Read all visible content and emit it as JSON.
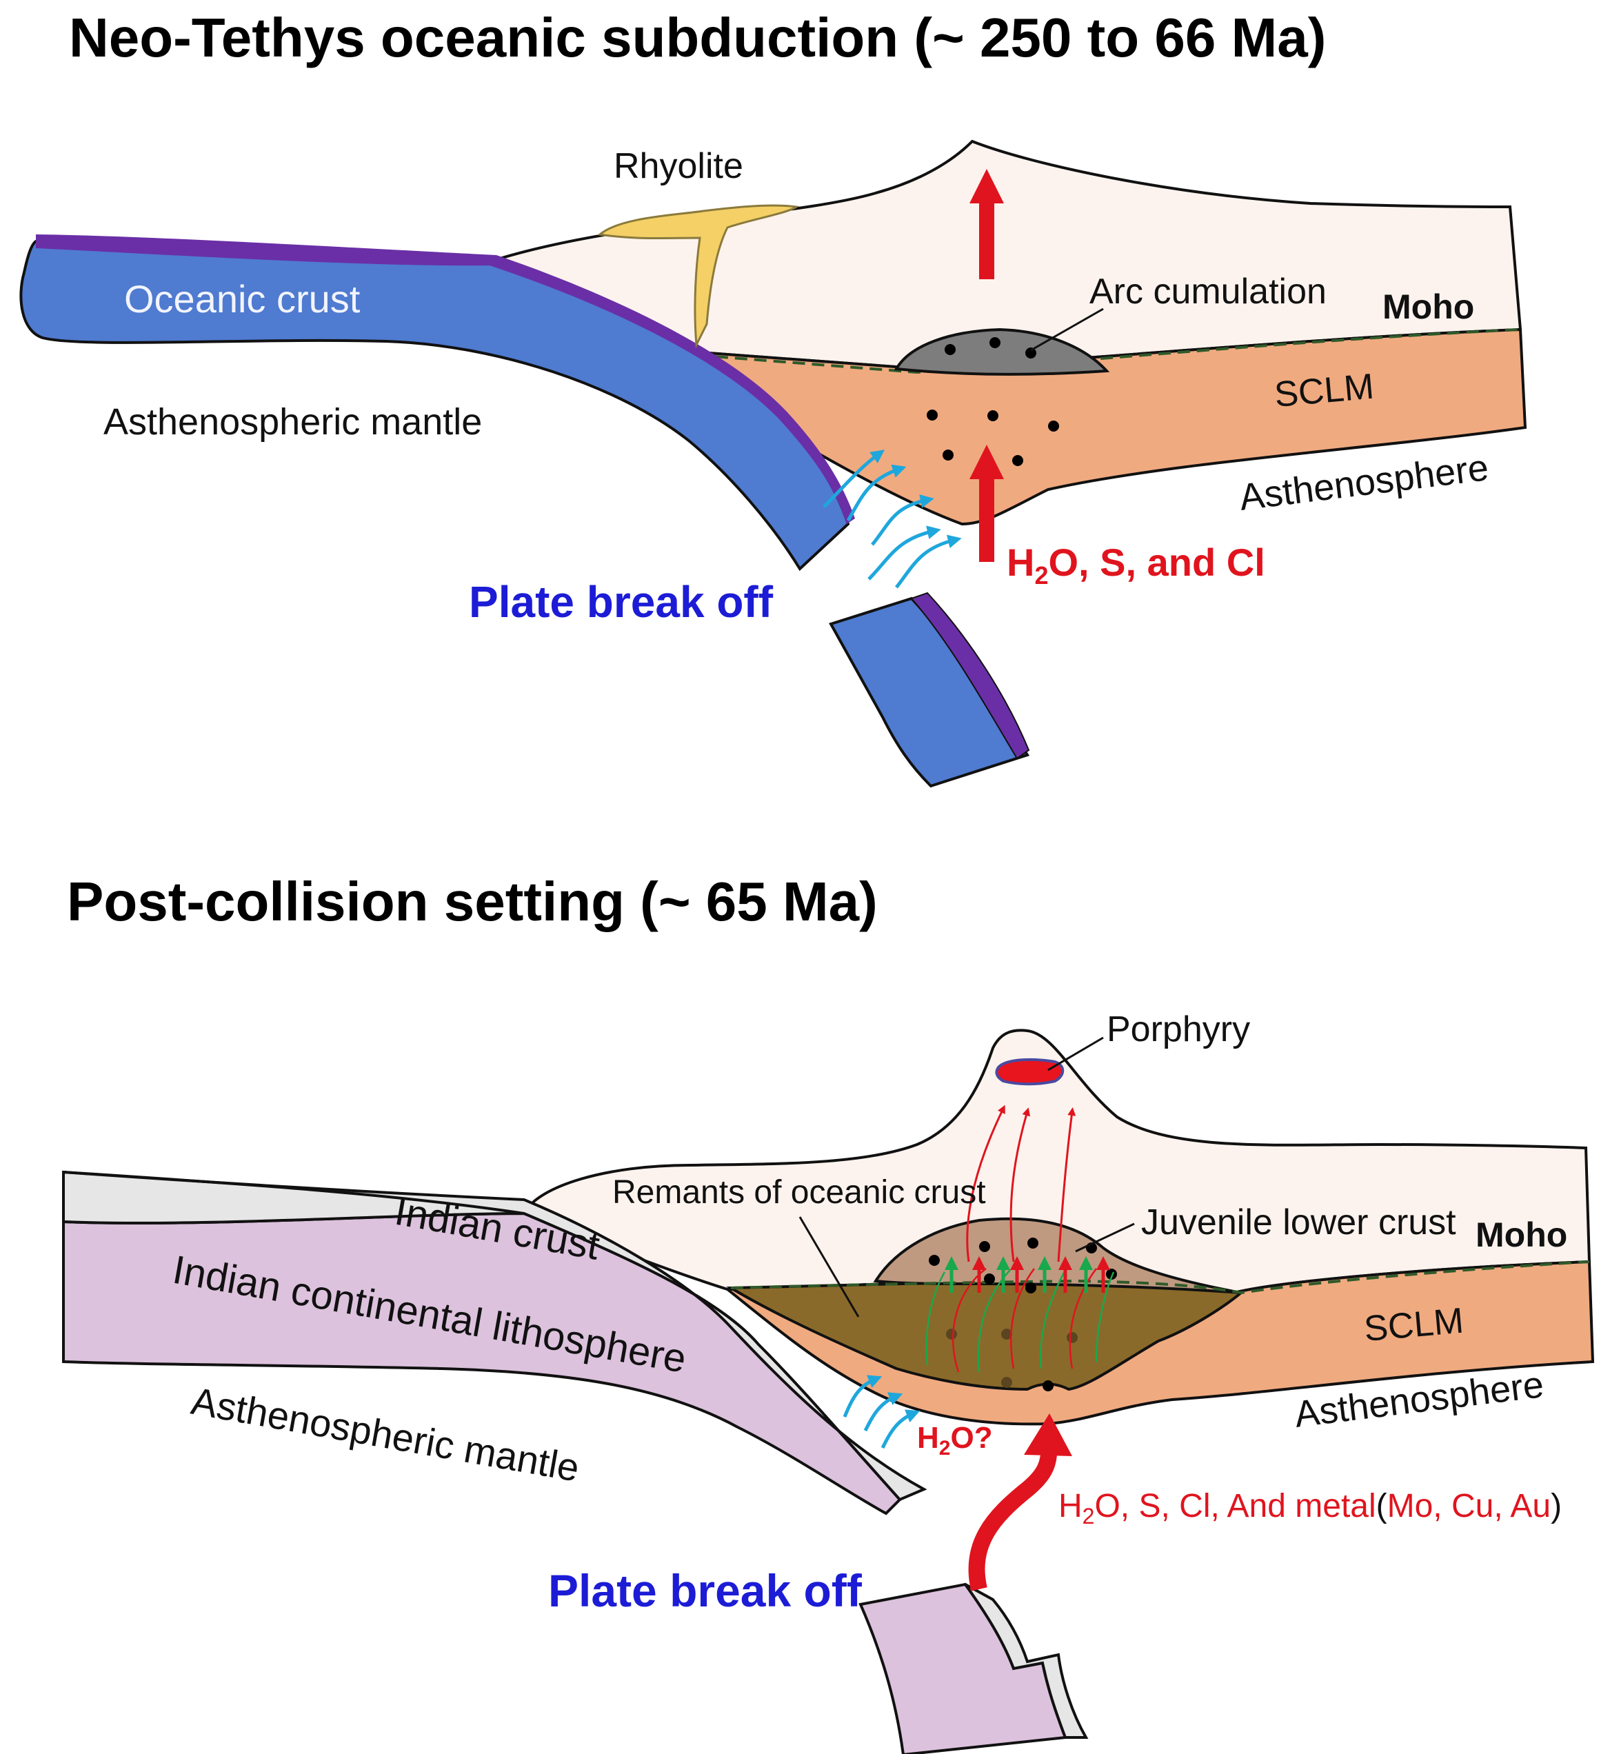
{
  "panel_top": {
    "title": "Neo-Tethys oceanic subduction (~ 250 to 66 Ma)",
    "labels": {
      "rhyolite": "Rhyolite",
      "oceanic_crust": "Oceanic crust",
      "arc_cumulation": "Arc cumulation",
      "moho": "Moho",
      "sclm": "SCLM",
      "asthenospheric_mantle": "Asthenospheric mantle",
      "asthenosphere": "Asthenosphere",
      "plate_break_off": "Plate break off",
      "fluids_h": "H",
      "fluids_sub": "2",
      "fluids_rest": "O, S, and Cl"
    }
  },
  "panel_bottom": {
    "title": "Post-collision setting (~ 65 Ma)",
    "labels": {
      "porphyry": "Porphyry",
      "remnants": "Remants of oceanic crust",
      "juvenile": "Juvenile lower crust",
      "moho": "Moho",
      "indian_crust": "Indian crust",
      "indian_lithosphere": "Indian continental lithosphere",
      "asthenospheric_mantle": "Asthenospheric mantle",
      "sclm": "SCLM",
      "asthenosphere": "Asthenosphere",
      "h2o_h": "H",
      "h2o_sub": "2",
      "h2o_rest": "O?",
      "plate_break_off": "Plate break off",
      "fluids_h": "H",
      "fluids_sub": "2",
      "fluids_mid": "O, S, Cl, And metal",
      "fluids_paren_open": "(",
      "fluids_metals": "Mo, Cu, Au",
      "fluids_paren_close": ")"
    }
  },
  "colors": {
    "oceanic_crust": "#4f7bd0",
    "oceanic_top": "#6a2fa6",
    "upper_crust": "#fdf3ee",
    "sclm": "#f0aa80",
    "rhyolite": "#f4d066",
    "arc_cumulate": "#7d7d7d",
    "fluid_blue": "#1ea7dc",
    "fluid_red": "#e0141e",
    "indian_crust": "#e6e6e6",
    "indian_lithosphere": "#dcc2dd",
    "remnant_crust": "#8a6a2a",
    "juvenile_crust": "#bf9a80",
    "porphyry": "#e8141e",
    "green_arrow": "#19a84c",
    "title_blue": "#1c1cd6"
  }
}
